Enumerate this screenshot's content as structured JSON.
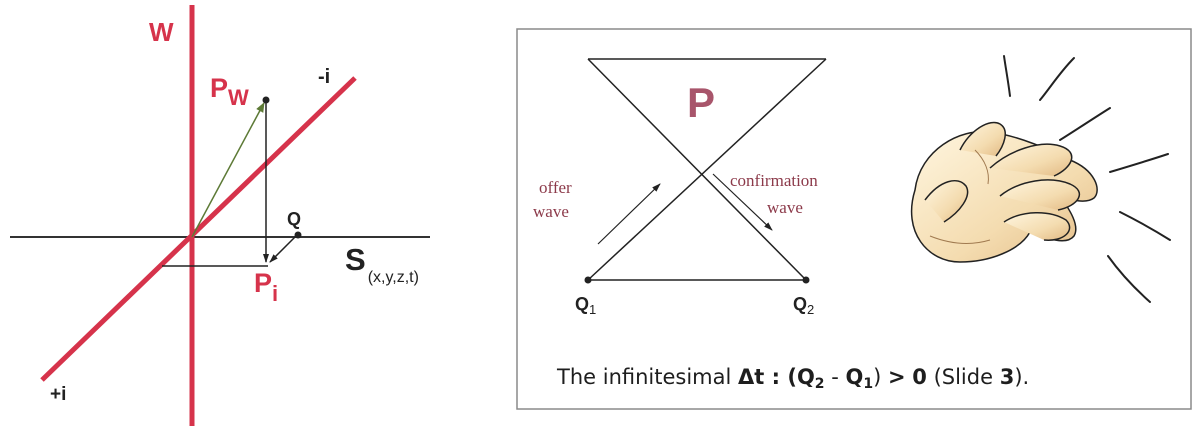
{
  "left": {
    "w_label": "W",
    "s_label": "S",
    "s_sub": "(x,y,z,t)",
    "minus_i": "-i",
    "plus_i": "+i",
    "p": "P",
    "w_sub": "W",
    "i_sub": "i",
    "q_label": "Q"
  },
  "right": {
    "p_label": "P",
    "offer_line1": "offer",
    "offer_line2": "wave",
    "conf_line1": "confirmation",
    "conf_line2": "wave",
    "q": "Q",
    "q1_sub": "1",
    "q2_sub": "2",
    "caption": {
      "prefix": "The infinitesimal ",
      "delta": "Δt",
      "colon": " : (",
      "q2": "Q",
      "q2_sub": "2",
      "minus": " - ",
      "q1": "Q",
      "q1_sub": "1",
      "gt": ") ",
      "gt_sym": ">",
      "space": " ",
      "zero": "0",
      "slide_prefix": " (Slide ",
      "slide_num": "3",
      "slide_suffix": ")."
    }
  },
  "colors": {
    "red": "#d6334b",
    "box_border": "#8a8a8a",
    "arrow_green": "#5d7a36",
    "pink_text": "#8c3a4a"
  }
}
